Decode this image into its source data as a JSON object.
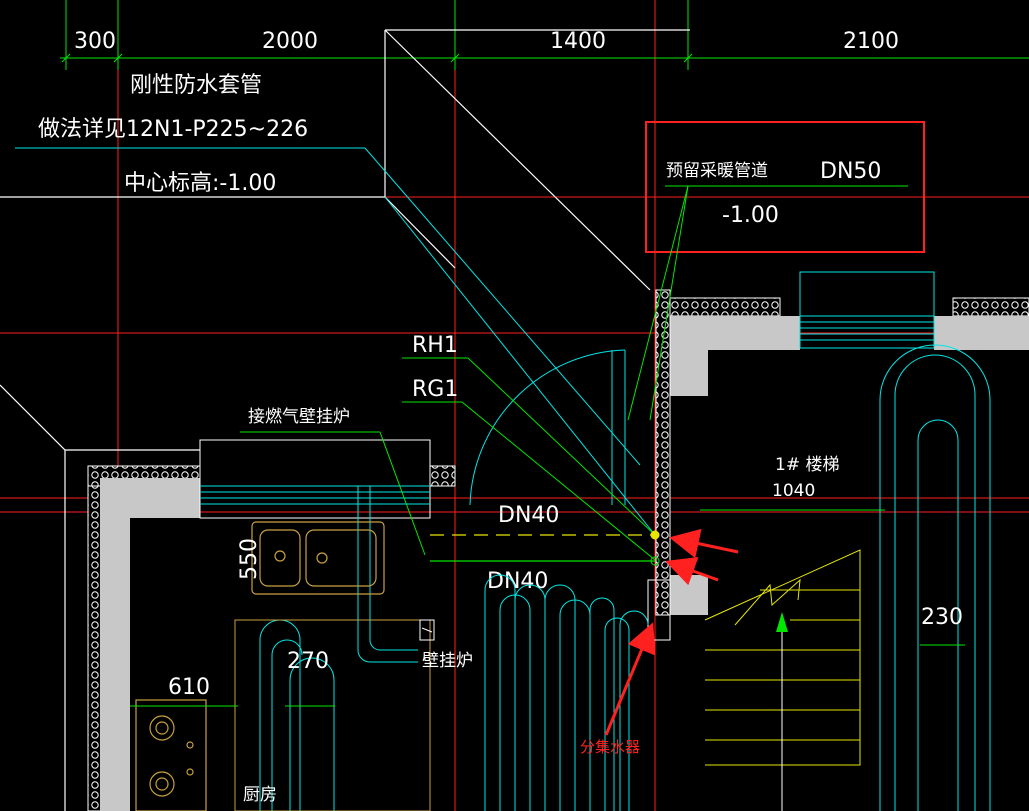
{
  "dimensions": {
    "top": [
      "300",
      "2000",
      "1400",
      "2100"
    ],
    "d270": "270",
    "d610": "610",
    "d230": "230",
    "d550": "550"
  },
  "labels": {
    "sleeve_line1": "刚性防水套管",
    "sleeve_line2": "做法详见12N1-P225~226",
    "sleeve_line3": "中心标高:-1.00",
    "heating_reserved": "预留采暖管道",
    "heating_dn": "DN50",
    "heating_elev": "-1.00",
    "rh1": "RH1",
    "rg1": "RG1",
    "gas_boiler": "接燃气壁挂炉",
    "dn40_a": "DN40",
    "dn40_b": "DN40",
    "stair_name": "1# 楼梯",
    "stair_width": "1040",
    "wall_boiler": "壁挂炉",
    "kitchen": "厨房",
    "manifold": "分集水器"
  },
  "colors": {
    "background": "#000000",
    "wall_fill": "#c8c8c8",
    "grid_red": "#ff2020",
    "pipe_cyan": "#00e6e6",
    "pipe_green": "#00e600",
    "fixture_yellow": "#e6e600",
    "fixture_gold": "#c8a040",
    "callout_red": "#ff2020"
  }
}
